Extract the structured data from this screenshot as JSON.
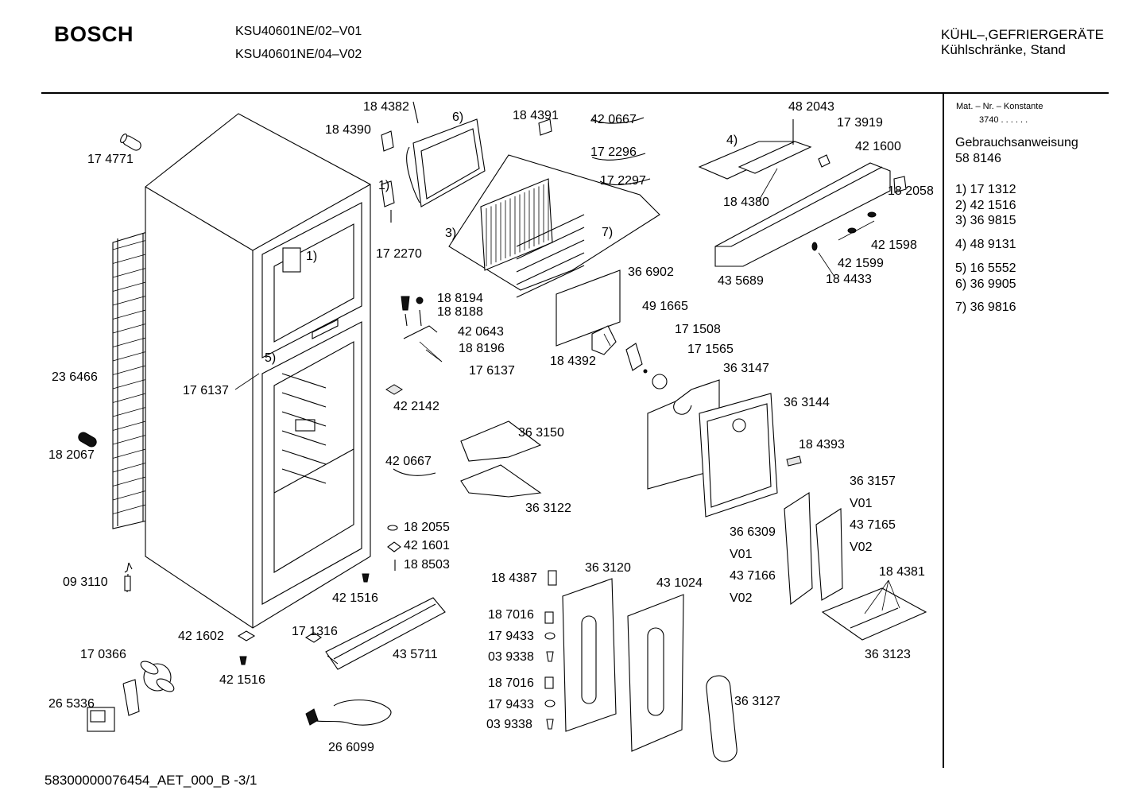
{
  "header": {
    "brand": "BOSCH",
    "model_1": "KSU40601NE/02–V01",
    "model_2": "KSU40601NE/04–V02",
    "category": "KÜHL–,GEFRIERGERÄTE",
    "subcategory": "Kühlschränke, Stand"
  },
  "sidebar": {
    "mat_label": "Mat. – Nr. – Konstante",
    "mat_value": "3740 .  .   .  .  .  .",
    "manual_label": "Gebrauchsanweisung",
    "manual_number": "58 8146",
    "groups": [
      [
        "1)  17 1312",
        "2)  42 1516",
        "3)  36 9815"
      ],
      [
        "4)  48 9131"
      ],
      [
        "5)  16 5552",
        "6)  36 9905"
      ],
      [
        "7)  36 9816"
      ]
    ]
  },
  "parts": [
    {
      "id": "174771",
      "text": "17 4771"
    },
    {
      "id": "184382",
      "text": "18 4382"
    },
    {
      "id": "184390",
      "text": "18 4390"
    },
    {
      "id": "m6",
      "text": "6)"
    },
    {
      "id": "184391",
      "text": "18 4391"
    },
    {
      "id": "420667a",
      "text": "42 0667"
    },
    {
      "id": "172296",
      "text": "17 2296"
    },
    {
      "id": "172297",
      "text": "17 2297"
    },
    {
      "id": "m1a",
      "text": "1)"
    },
    {
      "id": "172270",
      "text": "17 2270"
    },
    {
      "id": "m3",
      "text": "3)"
    },
    {
      "id": "m7",
      "text": "7)"
    },
    {
      "id": "m1b",
      "text": "1)"
    },
    {
      "id": "482043",
      "text": "48 2043"
    },
    {
      "id": "173919",
      "text": "17 3919"
    },
    {
      "id": "m4",
      "text": "4)"
    },
    {
      "id": "421600",
      "text": "42 1600"
    },
    {
      "id": "184380",
      "text": "18 4380"
    },
    {
      "id": "182058",
      "text": "18 2058"
    },
    {
      "id": "421598",
      "text": "42 1598"
    },
    {
      "id": "421599",
      "text": "42 1599"
    },
    {
      "id": "184433",
      "text": "18 4433"
    },
    {
      "id": "435689",
      "text": "43 5689"
    },
    {
      "id": "366902",
      "text": "36 6902"
    },
    {
      "id": "188194",
      "text": "18 8194"
    },
    {
      "id": "188188",
      "text": "18 8188"
    },
    {
      "id": "420643",
      "text": "42 0643"
    },
    {
      "id": "188196",
      "text": "18 8196"
    },
    {
      "id": "176137a",
      "text": "17 6137"
    },
    {
      "id": "491665",
      "text": "49 1665"
    },
    {
      "id": "171508",
      "text": "17 1508"
    },
    {
      "id": "171565",
      "text": "17 1565"
    },
    {
      "id": "184392",
      "text": "18 4392"
    },
    {
      "id": "363147",
      "text": "36 3147"
    },
    {
      "id": "236466",
      "text": "23 6466"
    },
    {
      "id": "m5",
      "text": "5)"
    },
    {
      "id": "176137b",
      "text": "17 6137"
    },
    {
      "id": "422142",
      "text": "42 2142"
    },
    {
      "id": "363144",
      "text": "36 3144"
    },
    {
      "id": "363150",
      "text": "36 3150"
    },
    {
      "id": "182067",
      "text": "18 2067"
    },
    {
      "id": "420667b",
      "text": "42 0667"
    },
    {
      "id": "184393",
      "text": "18 4393"
    },
    {
      "id": "363122",
      "text": "36 3122"
    },
    {
      "id": "363157",
      "text": "36 3157"
    },
    {
      "id": "v01a",
      "text": "V01"
    },
    {
      "id": "437165",
      "text": "43 7165"
    },
    {
      "id": "v02a",
      "text": "V02"
    },
    {
      "id": "366309",
      "text": "36 6309"
    },
    {
      "id": "v01b",
      "text": "V01"
    },
    {
      "id": "437166",
      "text": "43 7166"
    },
    {
      "id": "v02b",
      "text": "V02"
    },
    {
      "id": "182055",
      "text": "18 2055"
    },
    {
      "id": "421601",
      "text": "42 1601"
    },
    {
      "id": "188503",
      "text": "18 8503"
    },
    {
      "id": "184387",
      "text": "18 4387"
    },
    {
      "id": "363120",
      "text": "36 3120"
    },
    {
      "id": "431024",
      "text": "43 1024"
    },
    {
      "id": "184381",
      "text": "18 4381"
    },
    {
      "id": "093110",
      "text": "09 3110"
    },
    {
      "id": "421516a",
      "text": "42 1516"
    },
    {
      "id": "187016a",
      "text": "18 7016"
    },
    {
      "id": "179433a",
      "text": "17 9433"
    },
    {
      "id": "039338a",
      "text": "03 9338"
    },
    {
      "id": "363123",
      "text": "36 3123"
    },
    {
      "id": "421602",
      "text": "42 1602"
    },
    {
      "id": "171316",
      "text": "17 1316"
    },
    {
      "id": "170366",
      "text": "17 0366"
    },
    {
      "id": "435711",
      "text": "43 5711"
    },
    {
      "id": "421516b",
      "text": "42 1516"
    },
    {
      "id": "187016b",
      "text": "18 7016"
    },
    {
      "id": "179433b",
      "text": "17 9433"
    },
    {
      "id": "039338b",
      "text": "03 9338"
    },
    {
      "id": "363127",
      "text": "36 3127"
    },
    {
      "id": "265336",
      "text": "26 5336"
    },
    {
      "id": "266099",
      "text": "26 6099"
    }
  ],
  "footer": {
    "doc_id": "58300000076454_AET_000_B -3/1"
  }
}
